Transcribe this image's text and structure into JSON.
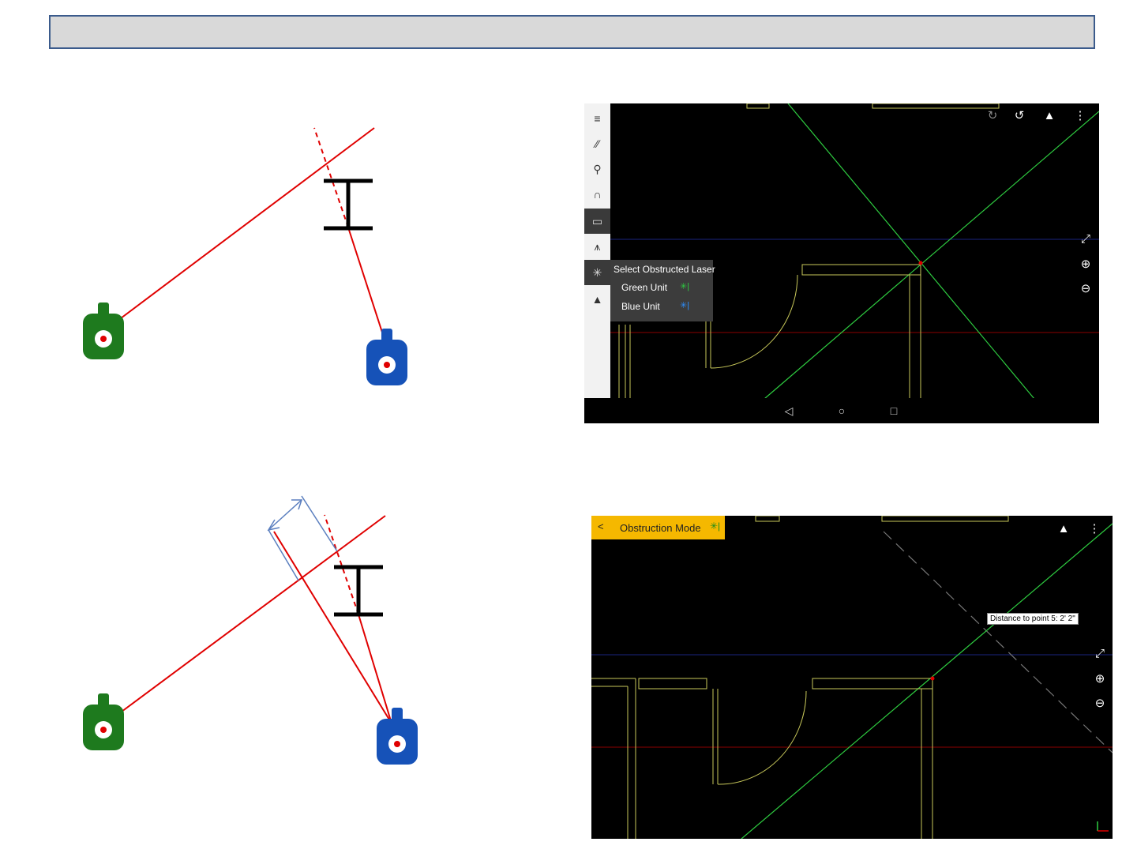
{
  "shot1": {
    "popup_title": "Select Obstructed Laser",
    "options": [
      {
        "label": "Green Unit",
        "icon": "green-laser-icon",
        "color": "#2ecc40"
      },
      {
        "label": "Blue Unit",
        "icon": "blue-laser-icon",
        "color": "#2d8fff"
      }
    ],
    "toolbar_icons": [
      "menu-icon",
      "line-tool-icon",
      "pin-tool-icon",
      "magnet-icon",
      "ruler-icon",
      "tripod-icon",
      "laser-icon",
      "unit-icon"
    ],
    "top_icons": [
      "redo-icon",
      "undo-icon",
      "device-status-icon",
      "more-icon"
    ],
    "side_icons": [
      "fit-screen-icon",
      "zoom-in-icon",
      "zoom-out-icon"
    ],
    "nav_icons": [
      "back-icon",
      "home-icon",
      "recents-icon"
    ]
  },
  "shot2": {
    "mode_label": "Obstruction Mode",
    "back_symbol": "<",
    "distance_label": "Distance to point 5: 2' 2\"",
    "top_icons": [
      "device-status-icon",
      "more-icon"
    ],
    "side_icons": [
      "fit-screen-icon",
      "zoom-in-icon",
      "zoom-out-icon"
    ]
  },
  "colors": {
    "laser_red": "#e00000",
    "green_unit": "#1e7a1e",
    "blue_unit": "#1652b8",
    "measure_blue": "#5b7fbf",
    "mode_yellow": "#f5b800"
  }
}
